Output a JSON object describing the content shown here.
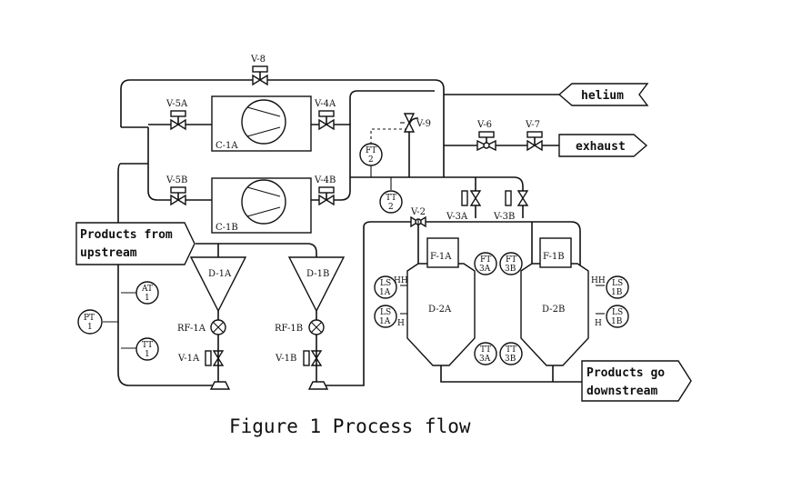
{
  "caption": "Figure 1 Process flow",
  "streams": {
    "helium": "helium",
    "exhaust": "exhaust",
    "upstream": [
      "Products from",
      "upstream"
    ],
    "downstream": [
      "Products go",
      "downstream"
    ]
  },
  "valves": {
    "v8": "V-8",
    "v5a": "V-5A",
    "v4a": "V-4A",
    "v5b": "V-5B",
    "v4b": "V-4B",
    "v9": "V-9",
    "v6": "V-6",
    "v7": "V-7",
    "v2": "V-2",
    "v3a": "V-3A",
    "v3b": "V-3B",
    "v1a": "V-1A",
    "v1b": "V-1B"
  },
  "equipment": {
    "c1a": "C-1A",
    "c1b": "C-1B",
    "d1a": "D-1A",
    "d1b": "D-1B",
    "d2a": "D-2A",
    "d2b": "D-2B",
    "f1a": "F-1A",
    "f1b": "F-1B",
    "rf1a": "RF-1A",
    "rf1b": "RF-1B"
  },
  "instruments": {
    "ft2": [
      "FT",
      "2"
    ],
    "tt2": [
      "TT",
      "2"
    ],
    "at1": [
      "AT",
      "1"
    ],
    "tt1": [
      "TT",
      "1"
    ],
    "pt1": [
      "PT",
      "1"
    ],
    "ft3a": [
      "FT",
      "3A"
    ],
    "ft3b": [
      "FT",
      "3B"
    ],
    "tt3a": [
      "TT",
      "3A"
    ],
    "tt3b": [
      "TT",
      "3B"
    ],
    "ls1a_hh": [
      "LS",
      "1A"
    ],
    "ls1a_h": [
      "LS",
      "1A"
    ],
    "ls1b_hh": [
      "LS",
      "1B"
    ],
    "ls1b_h": [
      "LS",
      "1B"
    ]
  },
  "level_marks": {
    "hh_a": "HH",
    "h_a": "H",
    "hh_b": "HH",
    "h_b": "H"
  }
}
